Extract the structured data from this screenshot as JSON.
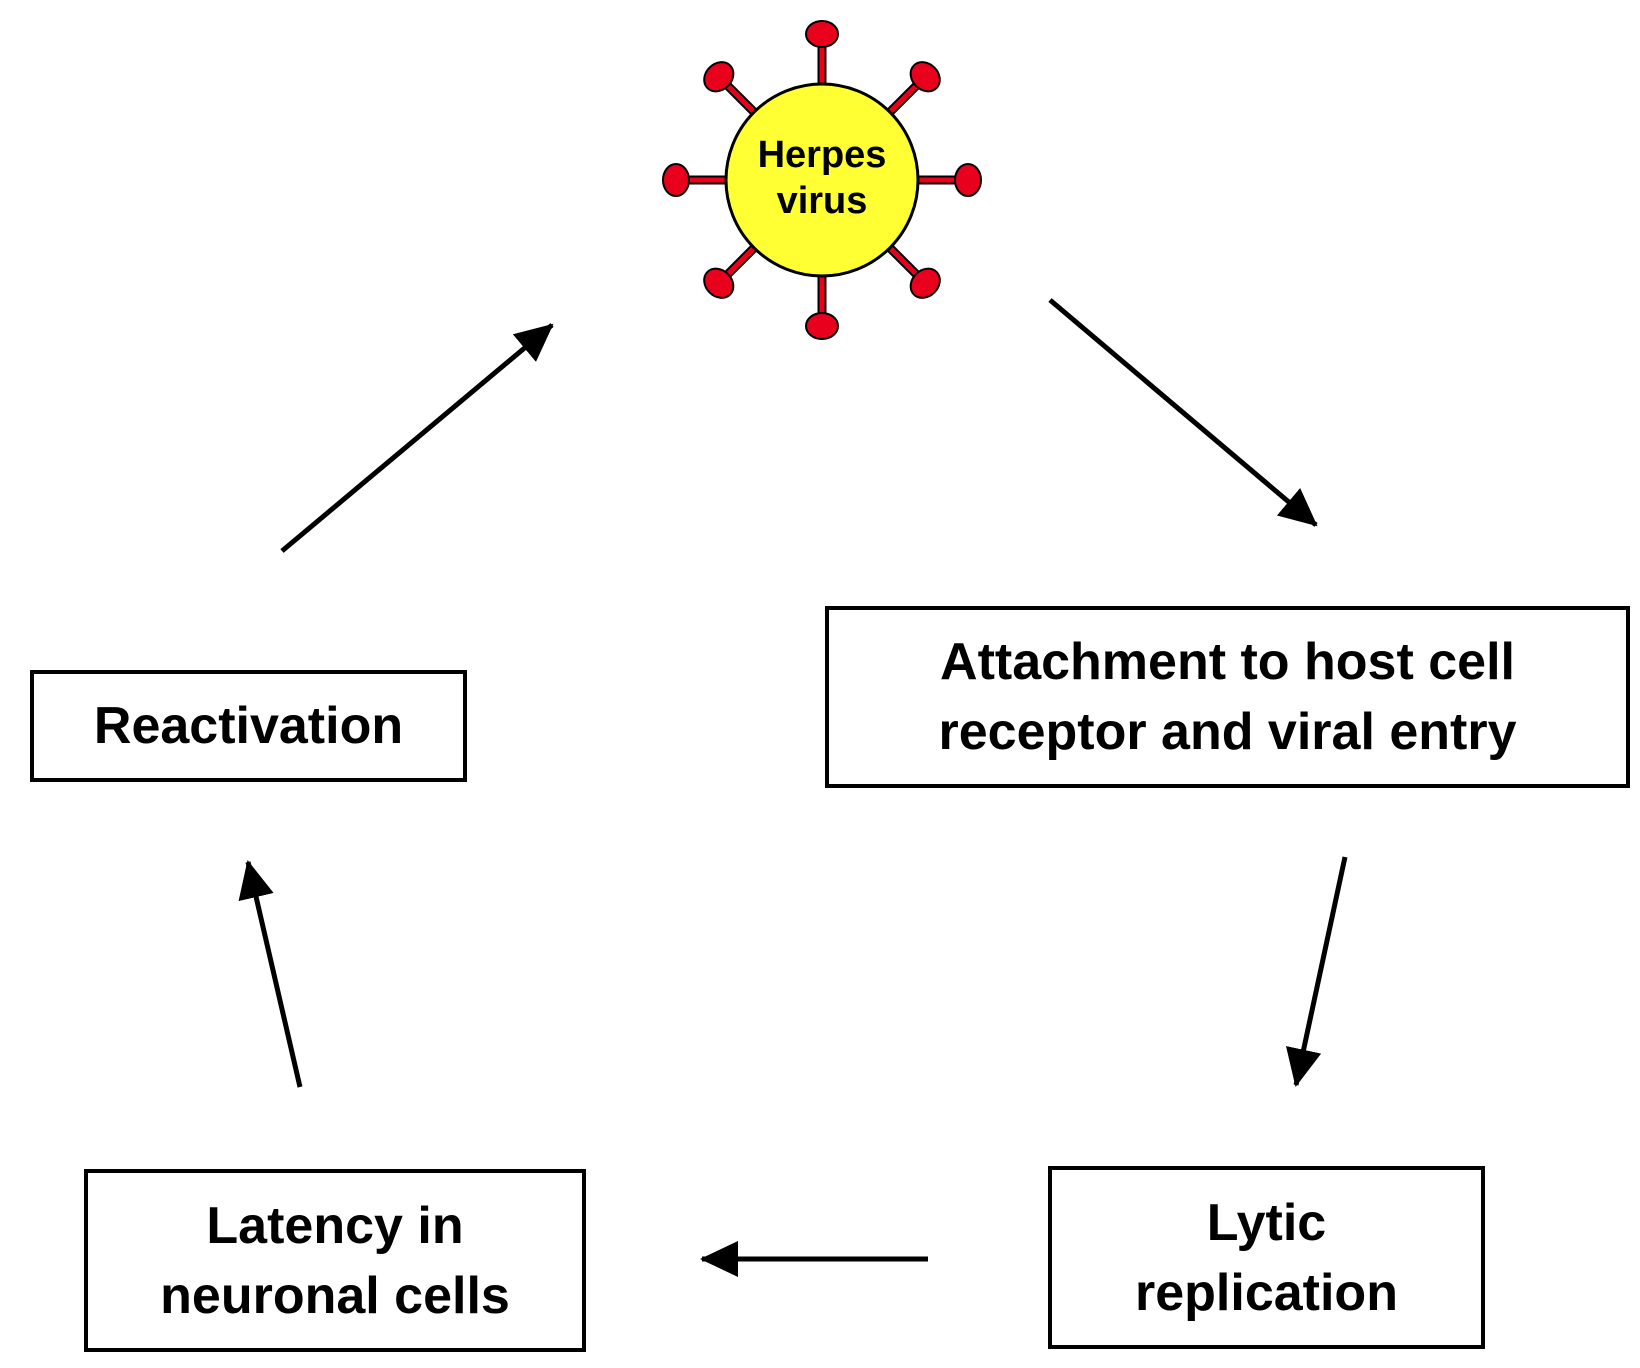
{
  "diagram": {
    "virus": {
      "label": "Herpes\nvirus",
      "body_color": "#ffff33",
      "spike_color": "#e8001c"
    },
    "steps": {
      "attachment": "Attachment to host cell\nreceptor and viral entry",
      "lytic": "Lytic\nreplication",
      "latency": "Latency in\nneuronal cells",
      "reactivation": "Reactivation"
    },
    "flow": [
      {
        "from": "virus",
        "to": "attachment"
      },
      {
        "from": "attachment",
        "to": "lytic"
      },
      {
        "from": "lytic",
        "to": "latency"
      },
      {
        "from": "latency",
        "to": "reactivation"
      },
      {
        "from": "reactivation",
        "to": "virus"
      }
    ]
  }
}
